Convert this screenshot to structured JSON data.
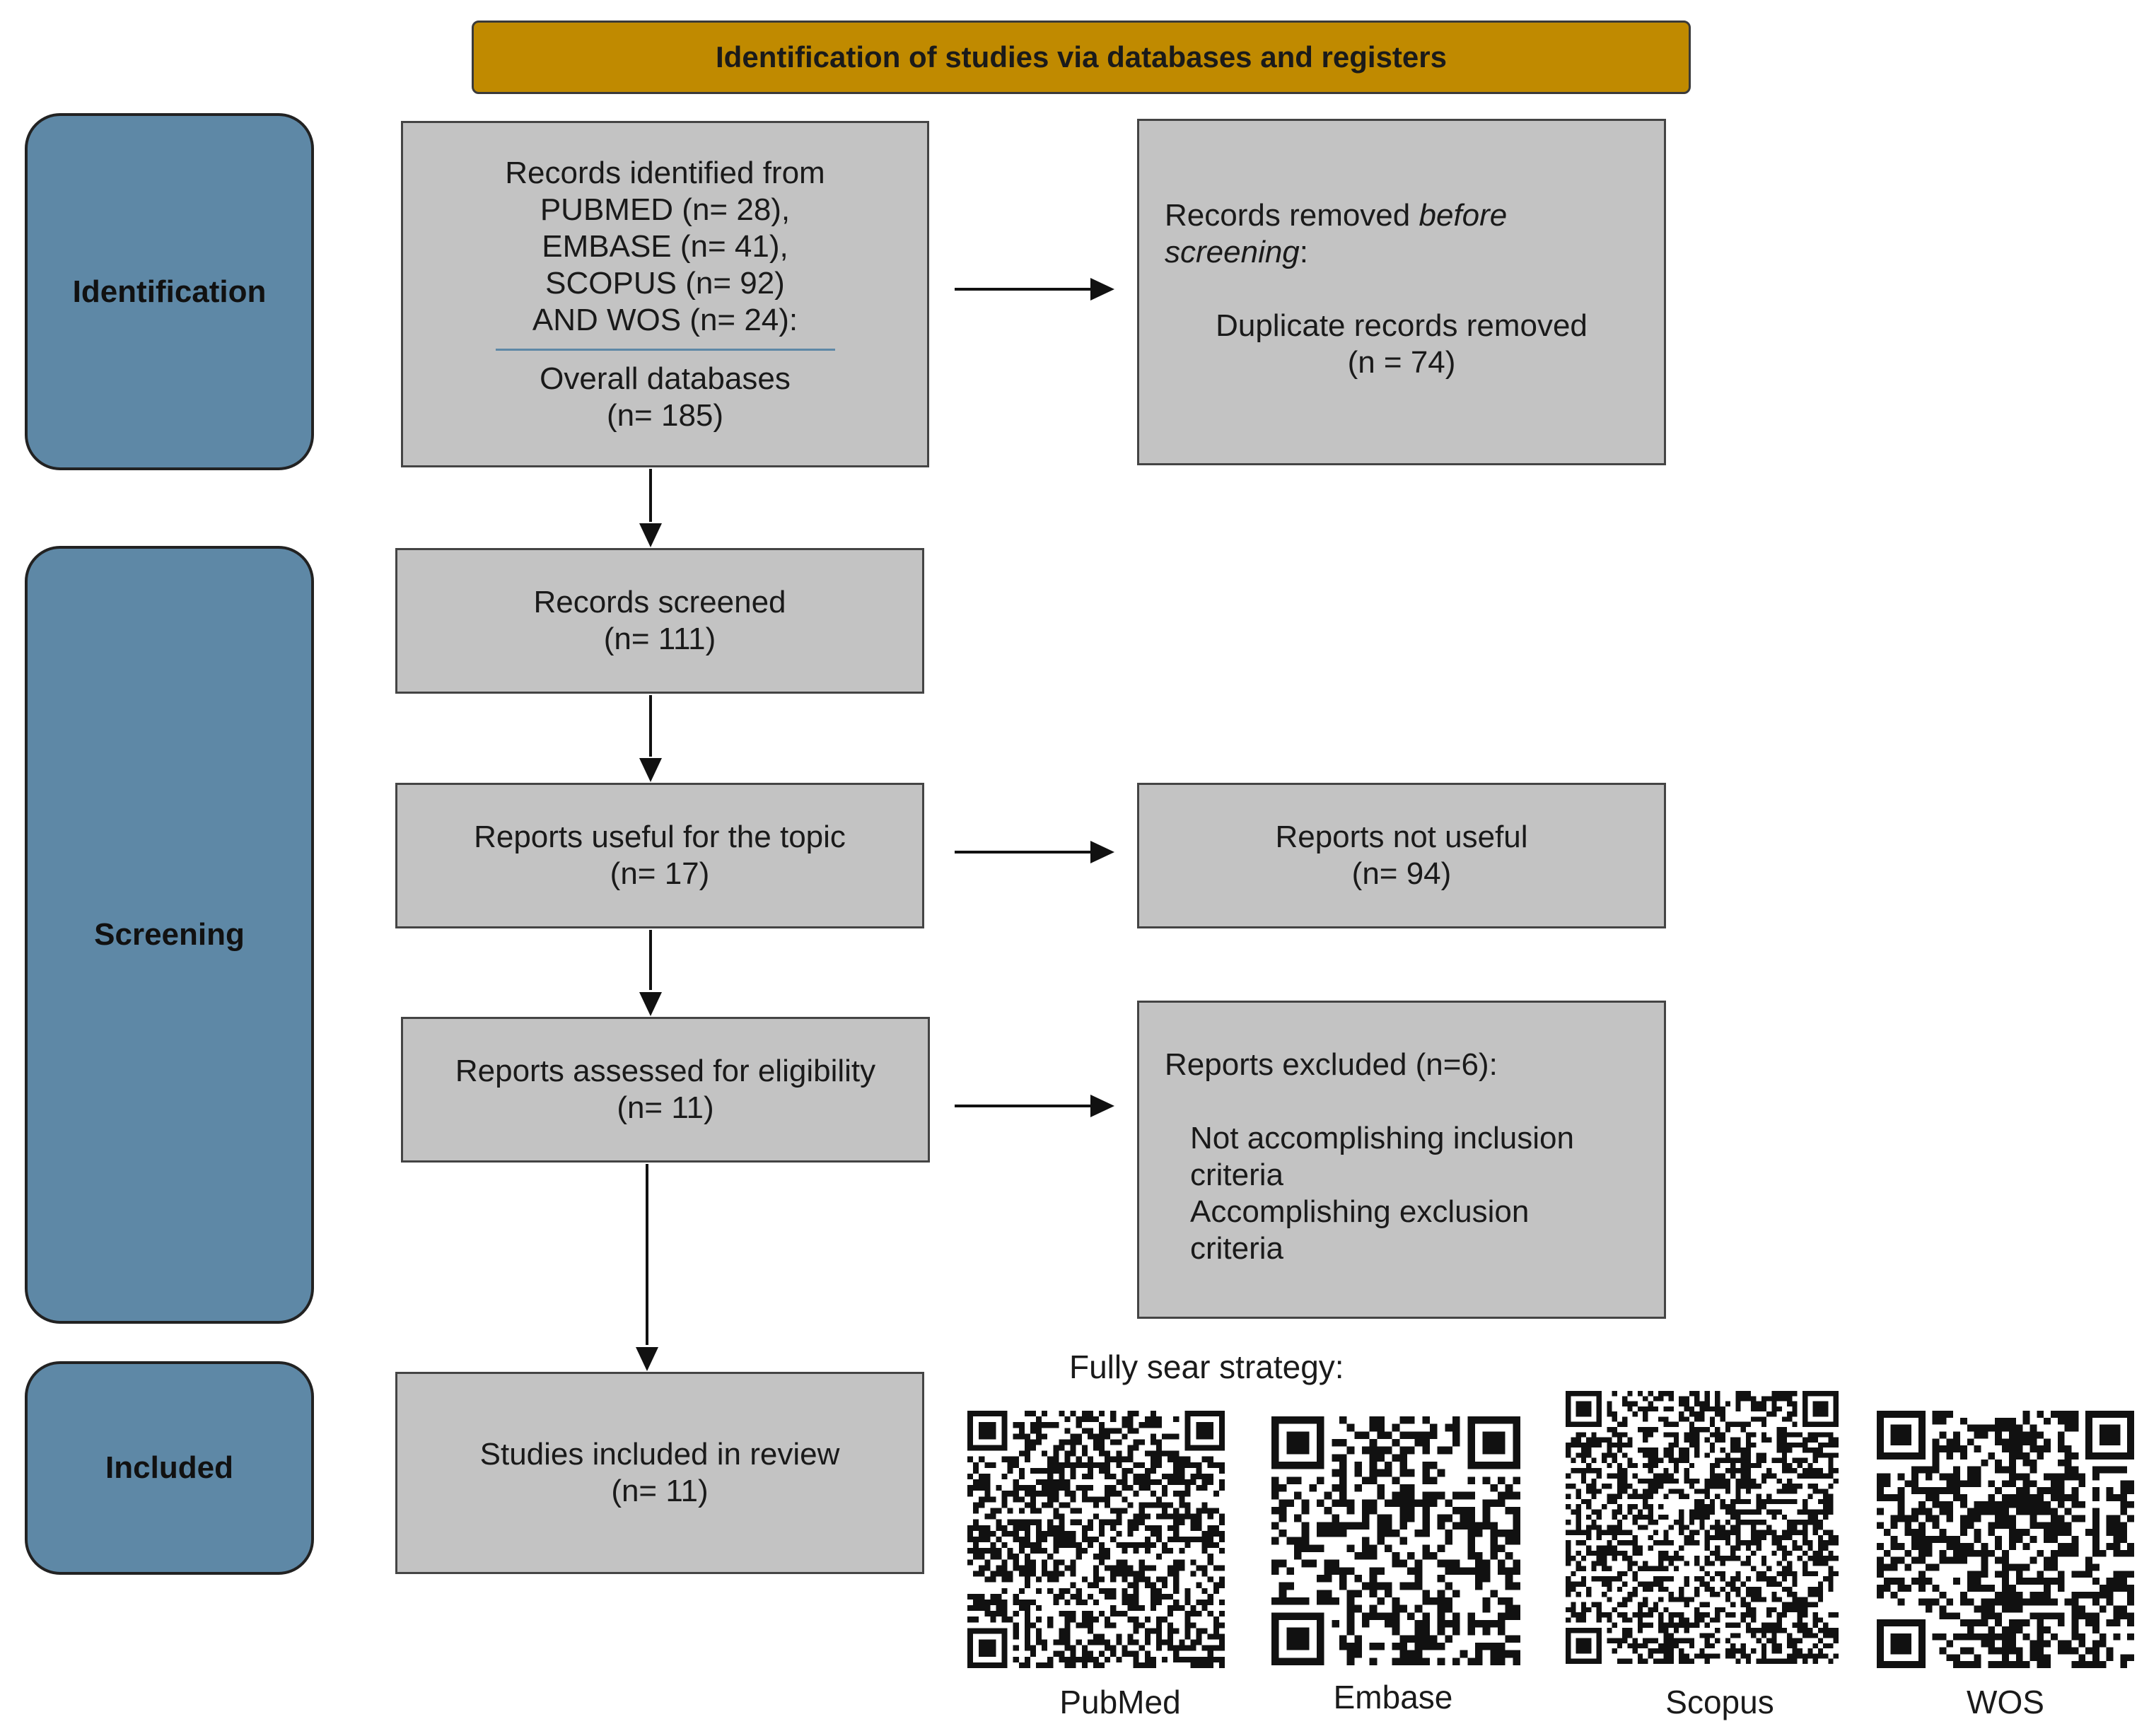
{
  "header": {
    "title": "Identification of studies via databases and registers"
  },
  "phases": {
    "identification": "Identification",
    "screening": "Screening",
    "included": "Included"
  },
  "boxes": {
    "records_identified": {
      "lines": [
        "Records identified from",
        "PUBMED (n= 28),",
        "EMBASE (n= 41),",
        "SCOPUS (n= 92)",
        "AND WOS (n= 24):"
      ],
      "overall_label": "Overall databases",
      "overall_count": "(n= 185)"
    },
    "records_removed": {
      "heading_plain": "Records removed ",
      "heading_italic": "before",
      "heading_italic2": "screening",
      "heading_colon": ":",
      "item_label": "Duplicate records removed",
      "item_count": "(n = 74)"
    },
    "records_screened": {
      "label": "Records screened",
      "count": "(n= 111)"
    },
    "reports_useful": {
      "label": "Reports useful for the topic",
      "count": "(n= 17)"
    },
    "reports_not_useful": {
      "label": "Reports not useful",
      "count": "(n= 94)"
    },
    "reports_assessed": {
      "label": "Reports assessed for eligibility",
      "count": "(n= 11)"
    },
    "reports_excluded": {
      "heading": "Reports excluded (n=6):",
      "reason1_a": "Not accomplishing inclusion",
      "reason1_b": "criteria",
      "reason2_a": "Accomplishing exclusion",
      "reason2_b": "criteria"
    },
    "studies_included": {
      "label": "Studies included in review",
      "count": "(n= 11)"
    }
  },
  "search_strategy": {
    "caption": "Fully sear strategy:",
    "qr_codes": [
      {
        "label": "PubMed",
        "icon": "qr-code-icon"
      },
      {
        "label": "Embase",
        "icon": "qr-code-icon"
      },
      {
        "label": "Scopus",
        "icon": "qr-code-icon"
      },
      {
        "label": "WOS",
        "icon": "qr-code-icon"
      }
    ]
  }
}
